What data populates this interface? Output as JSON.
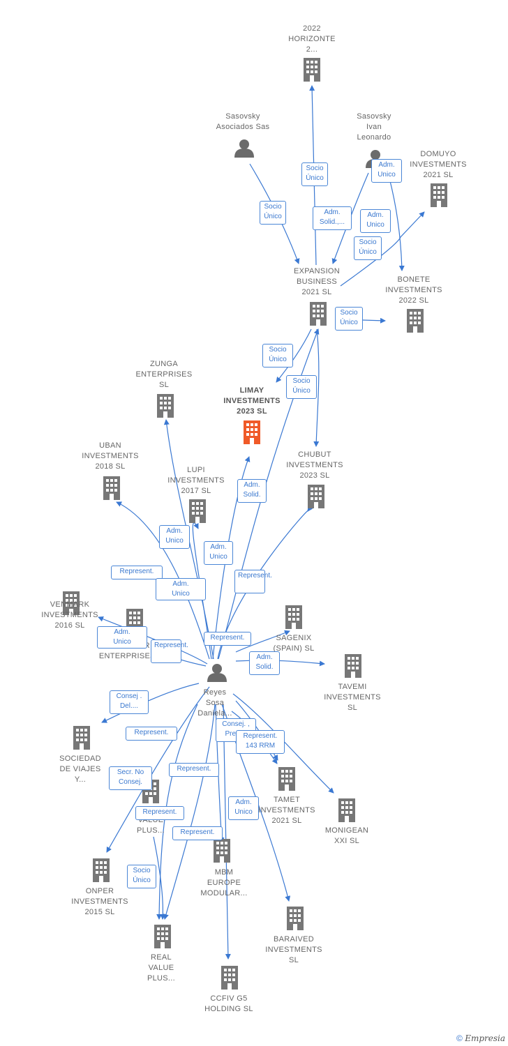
{
  "diagram": {
    "nodes": [
      {
        "id": "horizonte",
        "kind": "company",
        "label": "2022\nHORIZONTE\n2..."
      },
      {
        "id": "sasovsky_asoc",
        "kind": "person",
        "label": "Sasovsky\nAsociados Sas"
      },
      {
        "id": "sasovsky_ivan",
        "kind": "person",
        "label": "Sasovsky\nIvan\nLeonardo"
      },
      {
        "id": "domuyo",
        "kind": "company",
        "label": "DOMUYO\nINVESTMENTS\n2021  SL"
      },
      {
        "id": "expansion",
        "kind": "company",
        "label": "EXPANSION\nBUSINESS\n2021  SL"
      },
      {
        "id": "bonete",
        "kind": "company",
        "label": "BONETE\nINVESTMENTS\n2022  SL"
      },
      {
        "id": "zunga",
        "kind": "company",
        "label": "ZUNGA\nENTERPRISES\nSL"
      },
      {
        "id": "limay",
        "kind": "company",
        "focus": true,
        "label": "LIMAY\nINVESTMENTS\n2023  SL"
      },
      {
        "id": "uban",
        "kind": "company",
        "label": "UBAN\nINVESTMENTS\n2018  SL"
      },
      {
        "id": "lupi",
        "kind": "company",
        "label": "LUPI\nINVESTMENTS\n2017  SL"
      },
      {
        "id": "chubut",
        "kind": "company",
        "label": "CHUBUT\nINVESTMENTS\n2023  SL"
      },
      {
        "id": "venmark",
        "kind": "company",
        "label": "VENMARK\nINVESTMENTS\n2016  SL"
      },
      {
        "id": "anadyr",
        "kind": "company",
        "label": "ANADYR\nENTERPRISES SL"
      },
      {
        "id": "sagenix",
        "kind": "company",
        "label": "SAGENIX\n(SPAIN)  SL"
      },
      {
        "id": "tavemi",
        "kind": "company",
        "label": "TAVEMI\nINVESTMENTS\nSL"
      },
      {
        "id": "reyes",
        "kind": "person",
        "label": "Reyes\nSosa\nDaniela..."
      },
      {
        "id": "sociedad",
        "kind": "company",
        "label": "SOCIEDAD\nDE VIAJES\nY..."
      },
      {
        "id": "rrm",
        "kind": "company",
        "label": ""
      },
      {
        "id": "tamet",
        "kind": "company",
        "label": "TAMET\nINVESTMENTS\n2021  SL"
      },
      {
        "id": "monigean",
        "kind": "company",
        "label": "MONIGEAN\nXXI  SL"
      },
      {
        "id": "realvalue1",
        "kind": "company",
        "label": "REAL\nVALUE\nPLUS..."
      },
      {
        "id": "onper",
        "kind": "company",
        "label": "ONPER\nINVESTMENTS\n2015  SL"
      },
      {
        "id": "mbm",
        "kind": "company",
        "label": "MBM\nEUROPE\nMODULAR..."
      },
      {
        "id": "realvalue2",
        "kind": "company",
        "label": "REAL\nVALUE\nPLUS..."
      },
      {
        "id": "baraived",
        "kind": "company",
        "label": "BARAIVED\nINVESTMENTS\nSL"
      },
      {
        "id": "ccfiv",
        "kind": "company",
        "label": "CCFIV G5\nHOLDING  SL"
      }
    ],
    "edge_labels": [
      "Socio\nÚnico",
      "Socio\nÚnico",
      "Adm.\nUnico",
      "Adm.\nSolid.,...",
      "Adm.\nUnico",
      "Socio\nÚnico",
      "Socio\nÚnico",
      "Socio\nÚnico",
      "Socio\nÚnico",
      "Adm.\nSolid.",
      "Adm.\nUnico",
      "Adm.\nUnico",
      "Represent.",
      "Represent.",
      "Adm.\nUnico",
      "Represent.",
      "Adm.\nUnico",
      "Represent.",
      "Adm.\nSolid.",
      "Consej .\nDel....",
      "Represent.",
      "Consej. ,\nPresid.",
      "Represent.\n143 RRM",
      "Secr.  No\nConsej.",
      "Represent.",
      "Represent.",
      "Adm.\nUnico",
      "Represent.",
      "Socio\nÚnico"
    ]
  },
  "footer": {
    "copyright": "©",
    "brand": "Empresia"
  },
  "colors": {
    "edge": "#3a78d2",
    "company_icon": "#777777",
    "focus_icon": "#f05a28",
    "person_icon": "#6b6b6b"
  }
}
